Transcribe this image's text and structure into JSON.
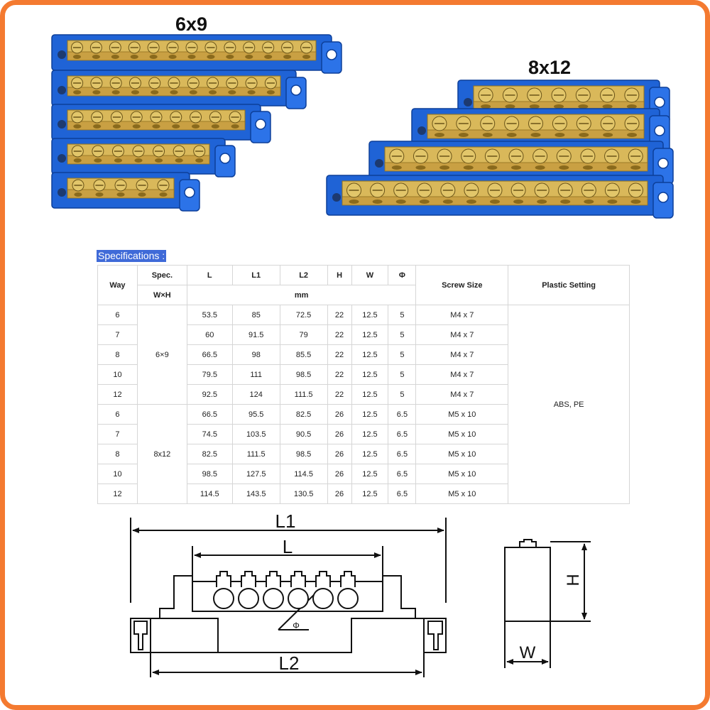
{
  "photos": {
    "label_6x9": "6x9",
    "label_8x12": "8x12"
  },
  "specs": {
    "title": "Specifications :",
    "headers": {
      "way": "Way",
      "spec": "Spec.",
      "wxh": "W×H",
      "L": "L",
      "L1": "L1",
      "L2": "L2",
      "H": "H",
      "W": "W",
      "phi": "Φ",
      "mm": "mm",
      "screw_size": "Screw Size",
      "plastic_setting": "Plastic Setting"
    },
    "groups": [
      {
        "spec": "6×9"
      },
      {
        "spec": "8x12"
      }
    ],
    "plastic": "ABS, PE",
    "rows": [
      {
        "way": "6",
        "L": "53.5",
        "L1": "85",
        "L2": "72.5",
        "H": "22",
        "W": "12.5",
        "phi": "5",
        "screw": "M4 x 7"
      },
      {
        "way": "7",
        "L": "60",
        "L1": "91.5",
        "L2": "79",
        "H": "22",
        "W": "12.5",
        "phi": "5",
        "screw": "M4 x 7"
      },
      {
        "way": "8",
        "L": "66.5",
        "L1": "98",
        "L2": "85.5",
        "H": "22",
        "W": "12.5",
        "phi": "5",
        "screw": "M4 x 7"
      },
      {
        "way": "10",
        "L": "79.5",
        "L1": "111",
        "L2": "98.5",
        "H": "22",
        "W": "12.5",
        "phi": "5",
        "screw": "M4 x 7"
      },
      {
        "way": "12",
        "L": "92.5",
        "L1": "124",
        "L2": "111.5",
        "H": "22",
        "W": "12.5",
        "phi": "5",
        "screw": "M4 x 7"
      },
      {
        "way": "6",
        "L": "66.5",
        "L1": "95.5",
        "L2": "82.5",
        "H": "26",
        "W": "12.5",
        "phi": "6.5",
        "screw": "M5 x 10"
      },
      {
        "way": "7",
        "L": "74.5",
        "L1": "103.5",
        "L2": "90.5",
        "H": "26",
        "W": "12.5",
        "phi": "6.5",
        "screw": "M5 x 10"
      },
      {
        "way": "8",
        "L": "82.5",
        "L1": "111.5",
        "L2": "98.5",
        "H": "26",
        "W": "12.5",
        "phi": "6.5",
        "screw": "M5 x 10"
      },
      {
        "way": "10",
        "L": "98.5",
        "L1": "127.5",
        "L2": "114.5",
        "H": "26",
        "W": "12.5",
        "phi": "6.5",
        "screw": "M5 x 10"
      },
      {
        "way": "12",
        "L": "114.5",
        "L1": "143.5",
        "L2": "130.5",
        "H": "26",
        "W": "12.5",
        "phi": "6.5",
        "screw": "M5 x 10"
      }
    ]
  },
  "diagram": {
    "L1": "L1",
    "L": "L",
    "L2": "L2",
    "phi": "Φ",
    "H": "H",
    "W": "W"
  },
  "colors": {
    "frame": "#f47a30",
    "plastic_blue": "#1f63d6",
    "brass": "#d9b85a",
    "highlight": "#3f6ad8"
  }
}
